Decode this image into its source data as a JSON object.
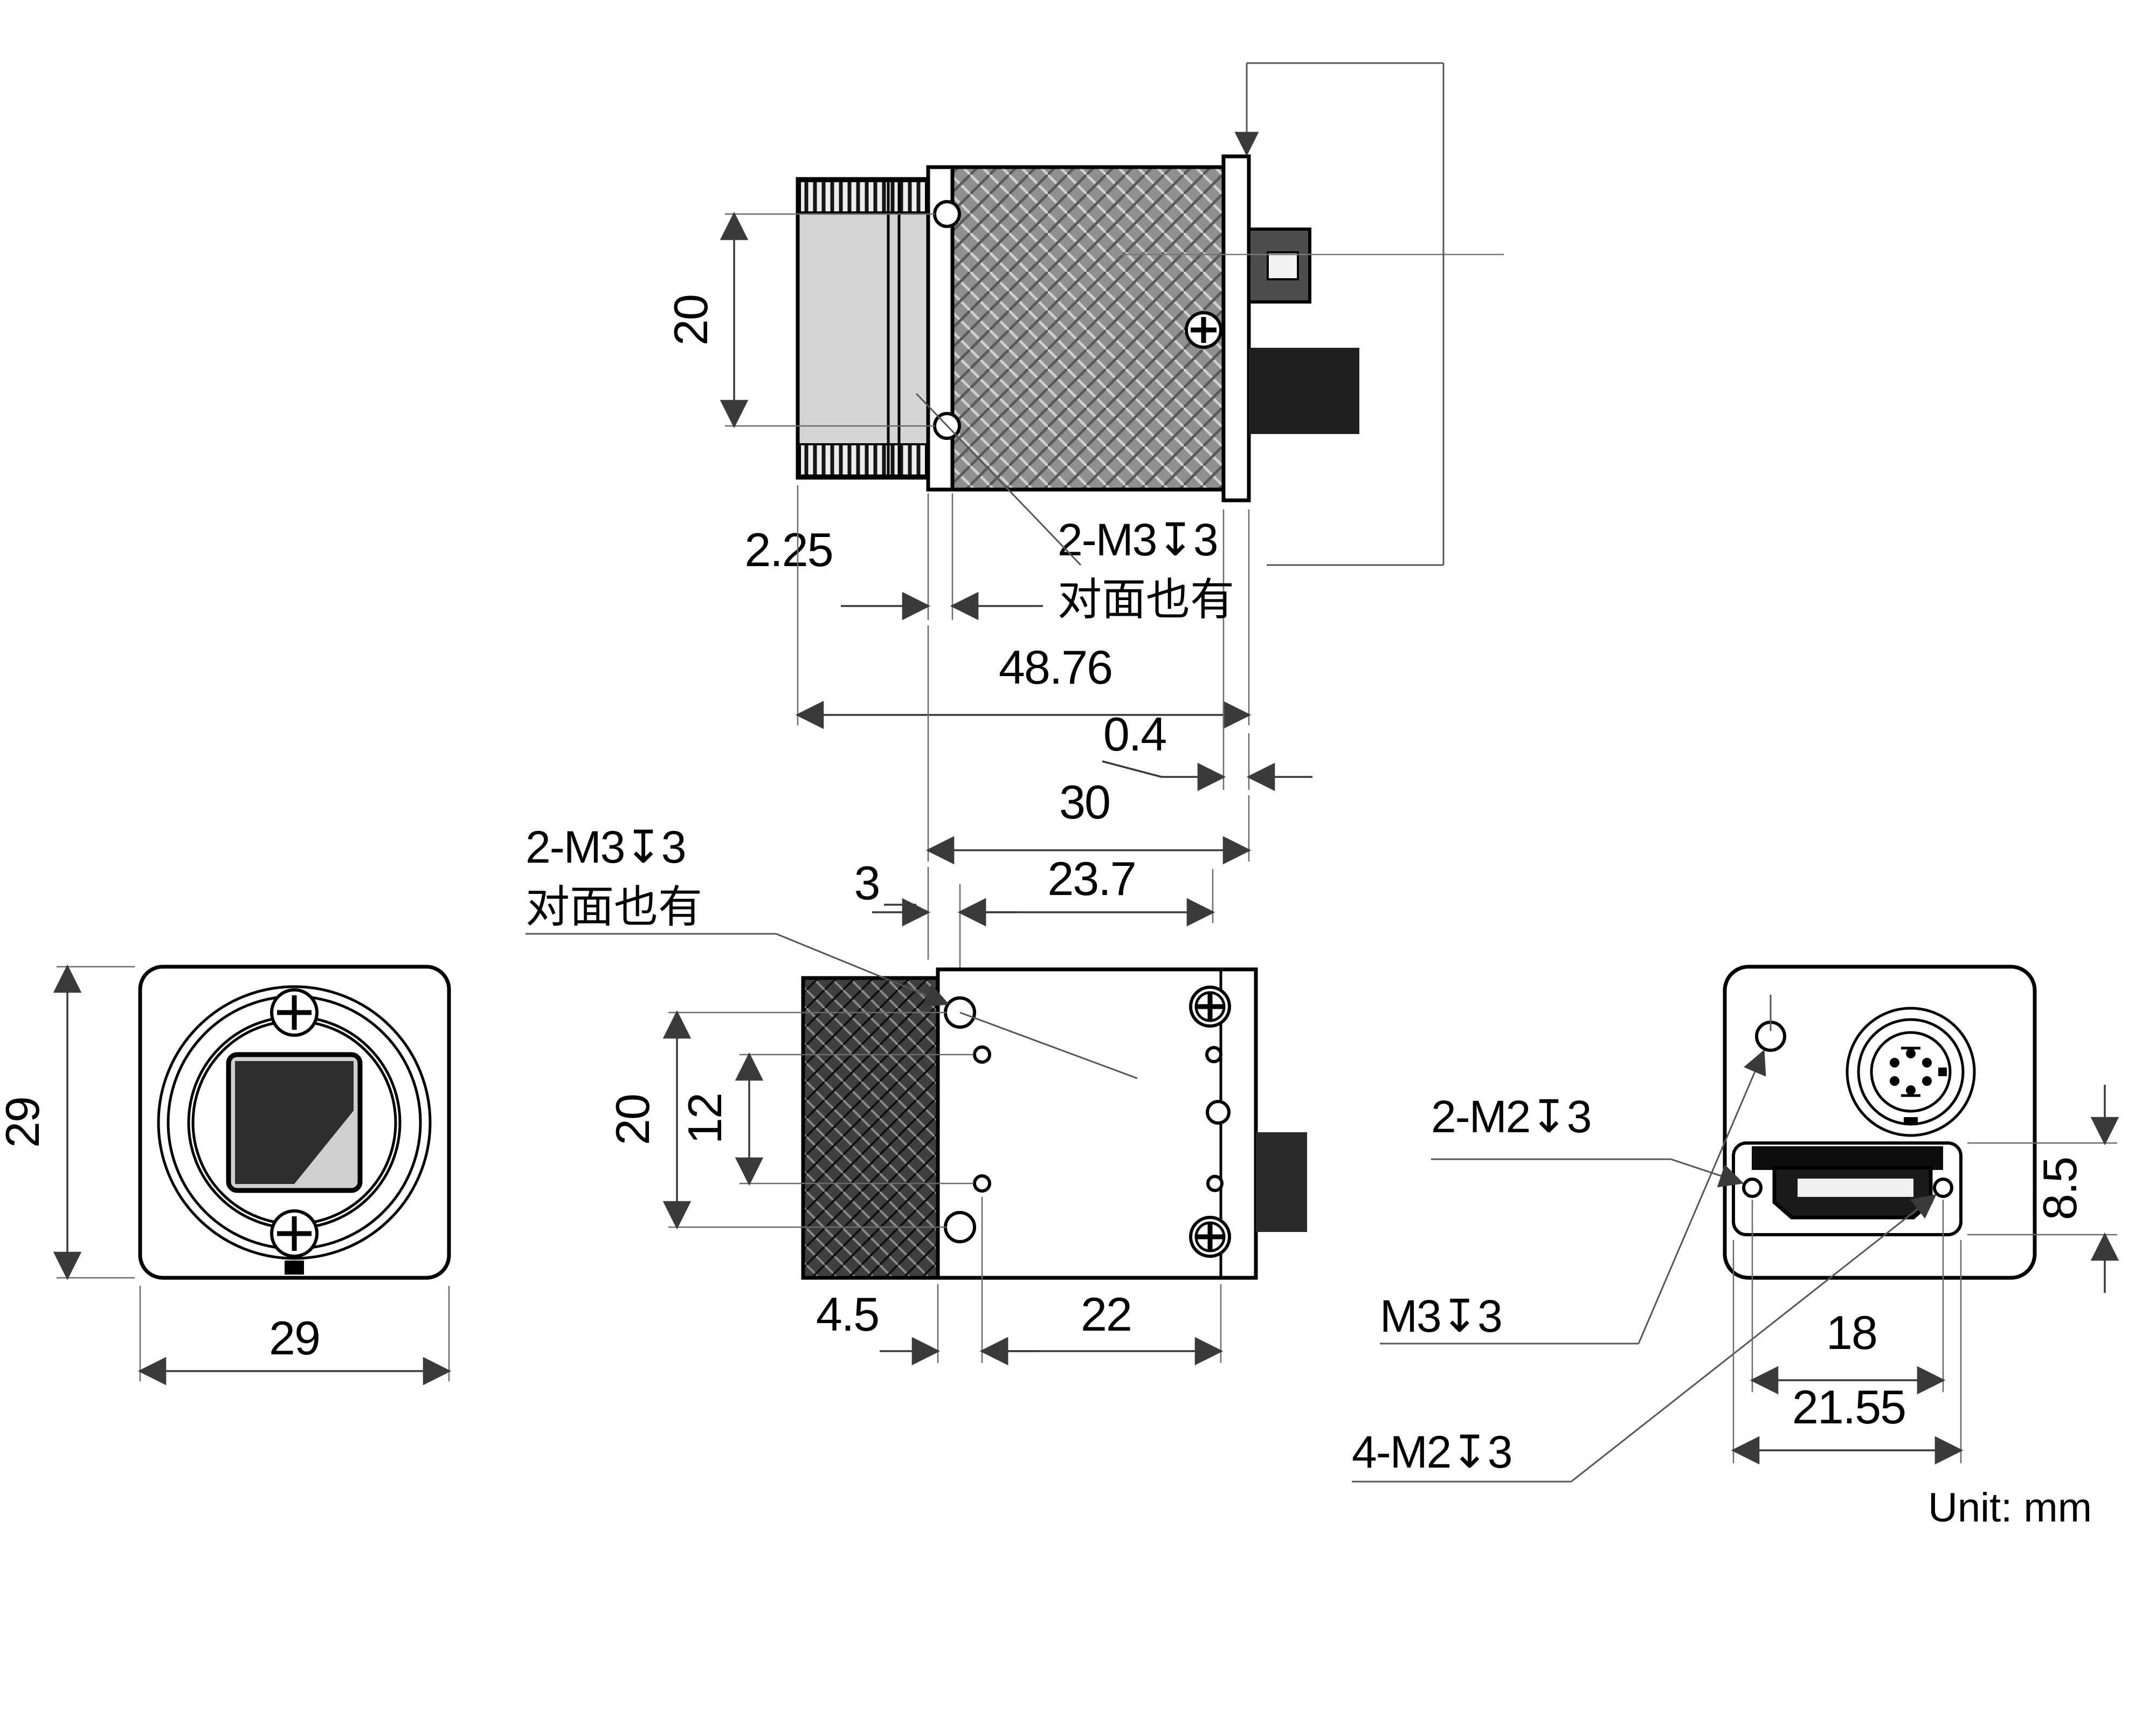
{
  "meta": {
    "title": "Industrial camera dimensional drawing",
    "unit_note": "Unit:  mm"
  },
  "colors": {
    "ink": "#000000",
    "dim": "#3a3a3a",
    "paper": "#ffffff"
  },
  "top_view": {
    "dim_hole_span": "20",
    "dim_flange_thickness": "2.25",
    "dim_overall_length": "48.76",
    "dim_back_plate": "0.4",
    "dim_body_length": "30",
    "dim_holes_to_back": "23.7",
    "thread_label": "2-M3↧3",
    "thread_note": "对面也有"
  },
  "front_view": {
    "dim_height": "29",
    "dim_width": "29"
  },
  "side_view": {
    "dim_hole_span": "20",
    "dim_small_hole_span": "12",
    "dim_hole_offset": "3",
    "dim_front_offset": "4.5",
    "dim_body_depth": "22",
    "thread_label": "2-M3↧3",
    "thread_note": "对面也有"
  },
  "back_view": {
    "dim_connector_height": "8.5",
    "dim_screw_spacing": "18",
    "dim_recess_width": "21.55",
    "callout_top_hole": "2-M2↧3",
    "callout_m3": "M3↧3",
    "callout_connector_screws": "4-M2↧3"
  }
}
